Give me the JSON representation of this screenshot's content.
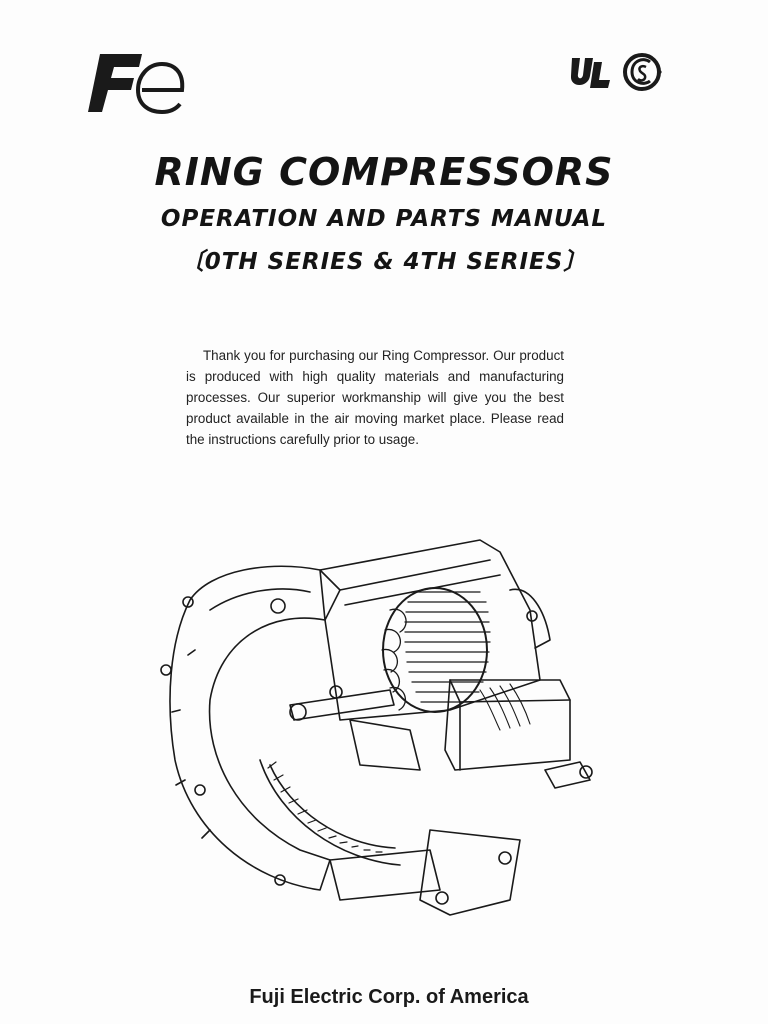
{
  "document": {
    "brand_logo_icon": "fe-logo-icon",
    "certification_icons": [
      "ul-mark-icon",
      "csa-mark-icon"
    ],
    "title": "RING COMPRESSORS",
    "subtitle": "OPERATION AND PARTS MANUAL",
    "series": "〔0TH SERIES & 4TH SERIES〕",
    "intro": "Thank you for purchasing our Ring Compressor. Our product is produced with high quality materials and manufacturing processes. Our superior workmanship will give you the best product available in the air moving market place. Please read the instructions carefully prior to usage.",
    "illustration_icon": "ring-compressor-cutaway-icon",
    "footer": "Fuji Electric Corp. of America"
  },
  "colors": {
    "ink": "#1a1a1a",
    "paper": "#fdfdfd"
  }
}
